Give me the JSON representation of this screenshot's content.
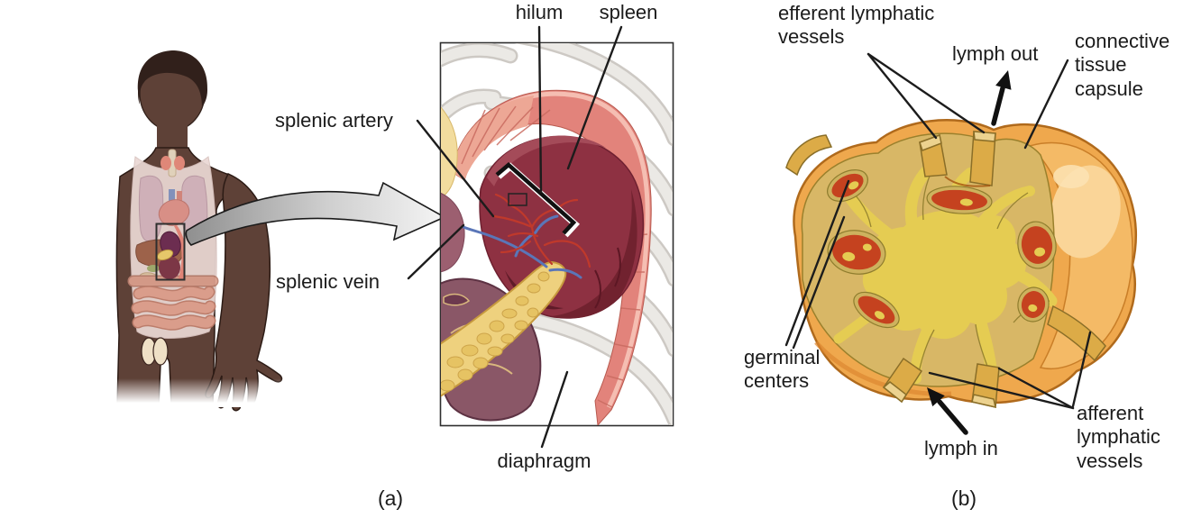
{
  "figure": {
    "panel_a": {
      "caption": "(a)",
      "labels": {
        "splenic_artery": "splenic artery",
        "splenic_vein": "splenic vein",
        "hilum": "hilum",
        "spleen": "spleen",
        "diaphragm": "diaphragm"
      }
    },
    "panel_b": {
      "caption": "(b)",
      "labels": {
        "efferent_vessels": "efferent lymphatic vessels",
        "lymph_out": "lymph out",
        "connective_capsule": "connective tissue capsule",
        "germinal_centers": "germinal centers",
        "lymph_in": "lymph in",
        "afferent_vessels": "afferent lymphatic vessels"
      }
    },
    "colors": {
      "label_text": "#1b1b1b",
      "skin_brown": "#5e4137",
      "hair_brown": "#31201b",
      "organ_overlay_pink": "#ead8d4",
      "intestine_salmon": "#e4a492",
      "diaphragm_salmon": "#e2837b",
      "spleen_maroon": "#8e3142",
      "pancreas_yellow": "#eed17e",
      "kidney_plum": "#8a5767",
      "artery_red": "#c0392b",
      "vein_blue": "#5a76b8",
      "zoom_arrow_gray": "#c9c9c9",
      "node_capsule_orange": "#efa84d",
      "node_cortex_tan": "#d8b766",
      "node_medulla_yellow": "#e5cc52",
      "germinal_center_red": "#c5421f",
      "lymph_vessel_tan": "#dcab47"
    }
  }
}
